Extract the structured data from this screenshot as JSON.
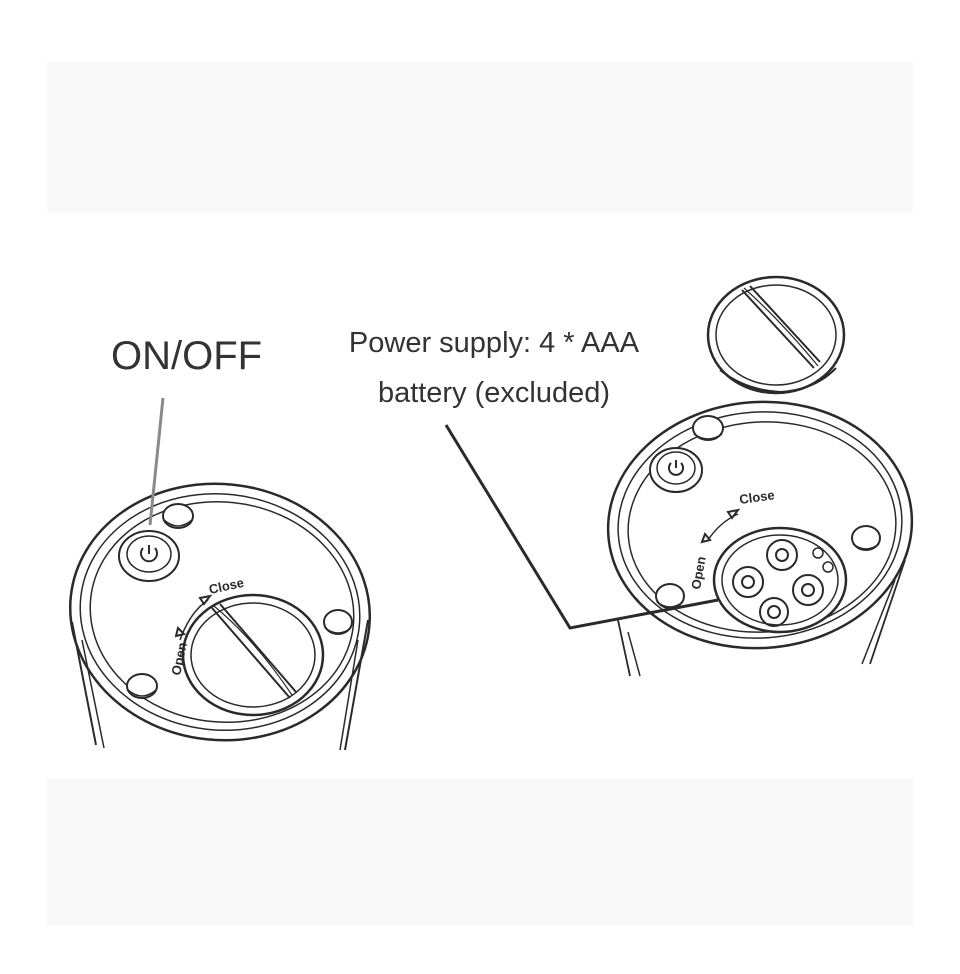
{
  "labels": {
    "on_off": "ON/OFF",
    "power_line1": "Power supply: 4 * AAA",
    "power_line2": "battery (excluded)",
    "close": "Close",
    "open": "Open",
    "power_symbol": "⏻"
  },
  "colors": {
    "background": "#ffffff",
    "band": "#f8f8f8",
    "line": "#2a2a2a",
    "text": "#333333",
    "leader_gray": "#8a8a8a"
  },
  "icons": [
    "power-icon",
    "arrow-left-icon",
    "arrow-right-icon",
    "battery-icon"
  ]
}
